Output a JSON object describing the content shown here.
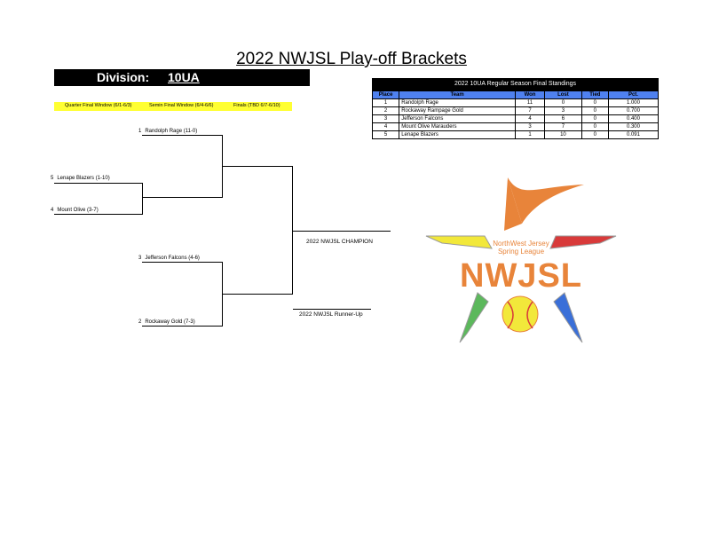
{
  "page": {
    "title": "2022 NWJSL Play-off Brackets",
    "division_label": "Division:",
    "division_value": "10UA"
  },
  "windows": {
    "quarter": "Quarter Final Window (6/1-6/3)",
    "semi": "Semin Final Window (6/4-6/6)",
    "finals": "Finals (TBD 6/7-6/10)"
  },
  "bracket": {
    "t1": {
      "seed": "1",
      "name": "Randolph Rage (11-0)"
    },
    "t5": {
      "seed": "5",
      "name": "Lenape Blazers (1-10)"
    },
    "t4": {
      "seed": "4",
      "name": "Mount Olive (3-7)"
    },
    "t3": {
      "seed": "3",
      "name": "Jefferson Falcons (4-6)"
    },
    "t2": {
      "seed": "2",
      "name": "Rockaway Gold (7-3)"
    },
    "champion": "2022 NWJSL CHAMPION",
    "runner_up": "2022 NWJSL Runner-Up"
  },
  "standings": {
    "title": "2022 10UA Regular Season Final Standings",
    "columns": [
      "Place",
      "Team",
      "Won",
      "Lost",
      "Tied",
      "Pct."
    ],
    "rows": [
      [
        "1",
        "Randolph Rage",
        "11",
        "0",
        "0",
        "1.000"
      ],
      [
        "2",
        "Rockaway Rampage Gold",
        "7",
        "3",
        "0",
        "0.700"
      ],
      [
        "3",
        "Jefferson Falcons",
        "4",
        "6",
        "0",
        "0.400"
      ],
      [
        "4",
        "Mount Olive Marauders",
        "3",
        "7",
        "0",
        "0.300"
      ],
      [
        "5",
        "Lenape Blazers",
        "1",
        "10",
        "0",
        "0.091"
      ]
    ]
  },
  "logo": {
    "line1": "NorthWest Jersey",
    "line2": "Spring League",
    "text": "NWJSL",
    "colors": {
      "orange": "#e8843a",
      "yellow": "#f2e83a",
      "green": "#5cb85c",
      "blue": "#3a6fd8",
      "red": "#d83a3a",
      "grey": "#9a9a9a"
    }
  }
}
